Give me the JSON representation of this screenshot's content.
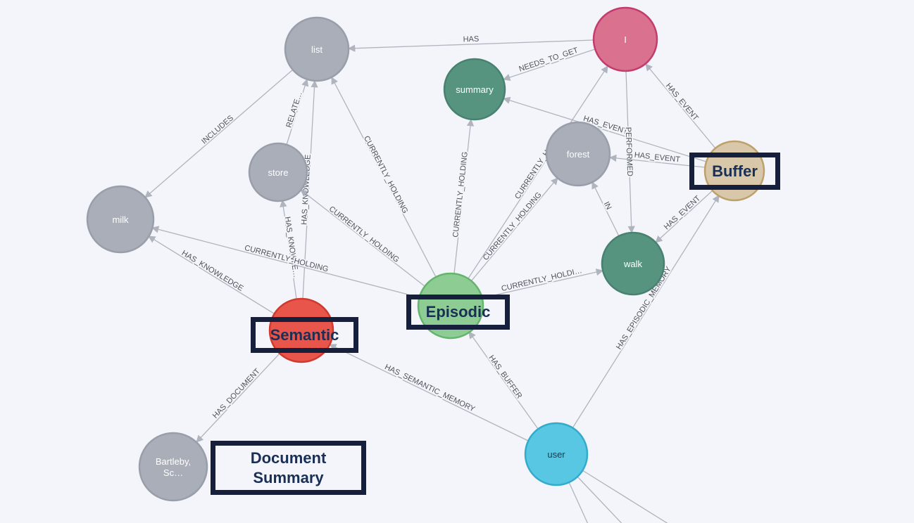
{
  "palette": {
    "bg": "#F3F5FA",
    "edge": "#A8ADB8",
    "edge_label": "#4E5359",
    "annotation_border": "#161F3C",
    "annotation_text": "#1A2F55"
  },
  "nodes": [
    {
      "id": "list",
      "label": "list",
      "fill": "#A9AEB9",
      "stroke": "#999FAA",
      "text_color": "#FFFFFF"
    },
    {
      "id": "i",
      "label": "I",
      "fill": "#D9718F",
      "stroke": "#C23D6E",
      "text_color": "#FFFFFF"
    },
    {
      "id": "summary",
      "label": "summary",
      "fill": "#569480",
      "stroke": "#48816F",
      "text_color": "#FFFFFF"
    },
    {
      "id": "forest",
      "label": "forest",
      "fill": "#A9AEB9",
      "stroke": "#999FAA",
      "text_color": "#FFFFFF"
    },
    {
      "id": "buffer",
      "label": "",
      "fill": "#D8C7A9",
      "stroke": "#BDA06A",
      "text_color": "#5C4A1E"
    },
    {
      "id": "store",
      "label": "store",
      "fill": "#A9AEB9",
      "stroke": "#999FAA",
      "text_color": "#FFFFFF"
    },
    {
      "id": "milk",
      "label": "milk",
      "fill": "#A9AEB9",
      "stroke": "#999FAA",
      "text_color": "#FFFFFF"
    },
    {
      "id": "walk",
      "label": "walk",
      "fill": "#569480",
      "stroke": "#48816F",
      "text_color": "#FFFFFF"
    },
    {
      "id": "episodic",
      "label": "",
      "fill": "#8DCC93",
      "stroke": "#64B46B",
      "text_color": "#2E4B30"
    },
    {
      "id": "semantic",
      "label": "",
      "fill": "#E8564B",
      "stroke": "#D1392E",
      "text_color": "#FFFFFF"
    },
    {
      "id": "user",
      "label": "user",
      "fill": "#57C7E3",
      "stroke": "#33ABCC",
      "text_color": "#15404F"
    },
    {
      "id": "bartleby",
      "label_line1": "Bartleby,",
      "label_line2": "Sc…",
      "fill": "#A9AEB9",
      "stroke": "#999FAA",
      "text_color": "#FFFFFF"
    }
  ],
  "edges": [
    {
      "label": "HAS",
      "from": "I",
      "to": "list"
    },
    {
      "label": "NEEDS_TO_GET",
      "from": "I",
      "to": "summary"
    },
    {
      "label": "HAS_EVENT",
      "from": "Buffer",
      "to": "I"
    },
    {
      "label": "HAS_EVENT",
      "from": "Buffer",
      "to": "summary"
    },
    {
      "label": "PERFORMED",
      "from": "I",
      "to": "walk"
    },
    {
      "label": "IN",
      "from": "walk",
      "to": "forest"
    },
    {
      "label": "HAS_EVENT",
      "from": "Buffer",
      "to": "forest"
    },
    {
      "label": "HAS_EVENT",
      "from": "Buffer",
      "to": "walk"
    },
    {
      "label": "HAS_EPISODIC_MEMORY",
      "from": "user",
      "to": "Buffer"
    },
    {
      "label": "HAS_BUFFER",
      "from": "user",
      "to": "Episodic"
    },
    {
      "label": "HAS_SEMANTIC_MEMORY",
      "from": "user",
      "to": "Semantic"
    },
    {
      "label": "HAS_DOCUMENT",
      "from": "Semantic",
      "to": "Bartleby, Sc…"
    },
    {
      "label": "HAS_KNOWLEDGE",
      "from": "Semantic",
      "to": "milk"
    },
    {
      "label": "HAS_KNOWLE…",
      "from": "Semantic",
      "to": "store"
    },
    {
      "label": "HAS_KNOWLEDGE",
      "from": "Semantic",
      "to": "list"
    },
    {
      "label": "RELATE…",
      "from": "store",
      "to": "list"
    },
    {
      "label": "INCLUDES",
      "from": "list",
      "to": "milk"
    },
    {
      "label": "CURRENTLY_HOLDING",
      "from": "Episodic",
      "to": "summary"
    },
    {
      "label": "CURRENTLY_HOLDING",
      "from": "Episodic",
      "to": "list"
    },
    {
      "label": "CURRENTLY_HOLDING",
      "from": "Episodic",
      "to": "store"
    },
    {
      "label": "CURRENTLY_HOLDING",
      "from": "Episodic",
      "to": "milk"
    },
    {
      "label": "CURRENTLY_HOLDING",
      "from": "Episodic",
      "to": "forest"
    },
    {
      "label": "CURRENTLY_HO…",
      "from": "Episodic",
      "to": "I"
    },
    {
      "label": "CURRENTLY_HOLDI…",
      "from": "Episodic",
      "to": "walk"
    },
    {
      "label": "",
      "from": "user",
      "to": "offscreen"
    },
    {
      "label": "",
      "from": "user",
      "to": "offscreen"
    },
    {
      "label": "",
      "from": "user",
      "to": "offscreen"
    }
  ],
  "annotations": [
    {
      "text": "Buffer"
    },
    {
      "text": "Episodic"
    },
    {
      "text": "Semantic"
    },
    {
      "text": "Document Summary"
    }
  ]
}
